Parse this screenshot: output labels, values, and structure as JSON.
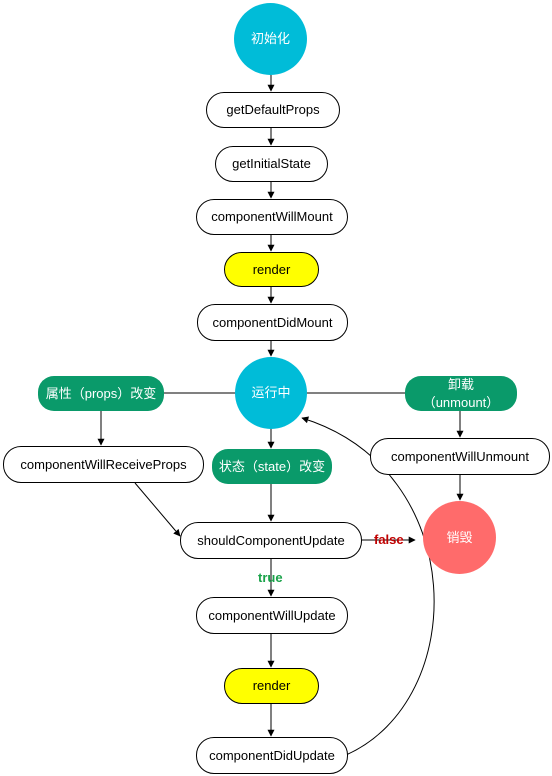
{
  "nodes": {
    "init": "初始化",
    "getDefaultProps": "getDefaultProps",
    "getInitialState": "getInitialState",
    "componentWillMount": "componentWillMount",
    "render1": "render",
    "componentDidMount": "componentDidMount",
    "running": "运行中",
    "propsChange": "属性（props）改变",
    "unmount_line1": "卸载",
    "unmount_line2": "（unmount）",
    "componentWillReceiveProps": "componentWillReceiveProps",
    "stateChange": "状态（state）改变",
    "componentWillUnmount": "componentWillUnmount",
    "shouldComponentUpdate": "shouldComponentUpdate",
    "destroy": "销毁",
    "componentWillUpdate": "componentWillUpdate",
    "render2": "render",
    "componentDidUpdate": "componentDidUpdate"
  },
  "edge_labels": {
    "false": "false",
    "true": "true"
  },
  "colors": {
    "circle_cyan": "#00bcd8",
    "destroy_red": "#ff6b6b",
    "green_box": "#0a9a6a",
    "render_yellow": "#ffff00",
    "false_label": "#c00000",
    "true_label": "#1aa24a"
  }
}
